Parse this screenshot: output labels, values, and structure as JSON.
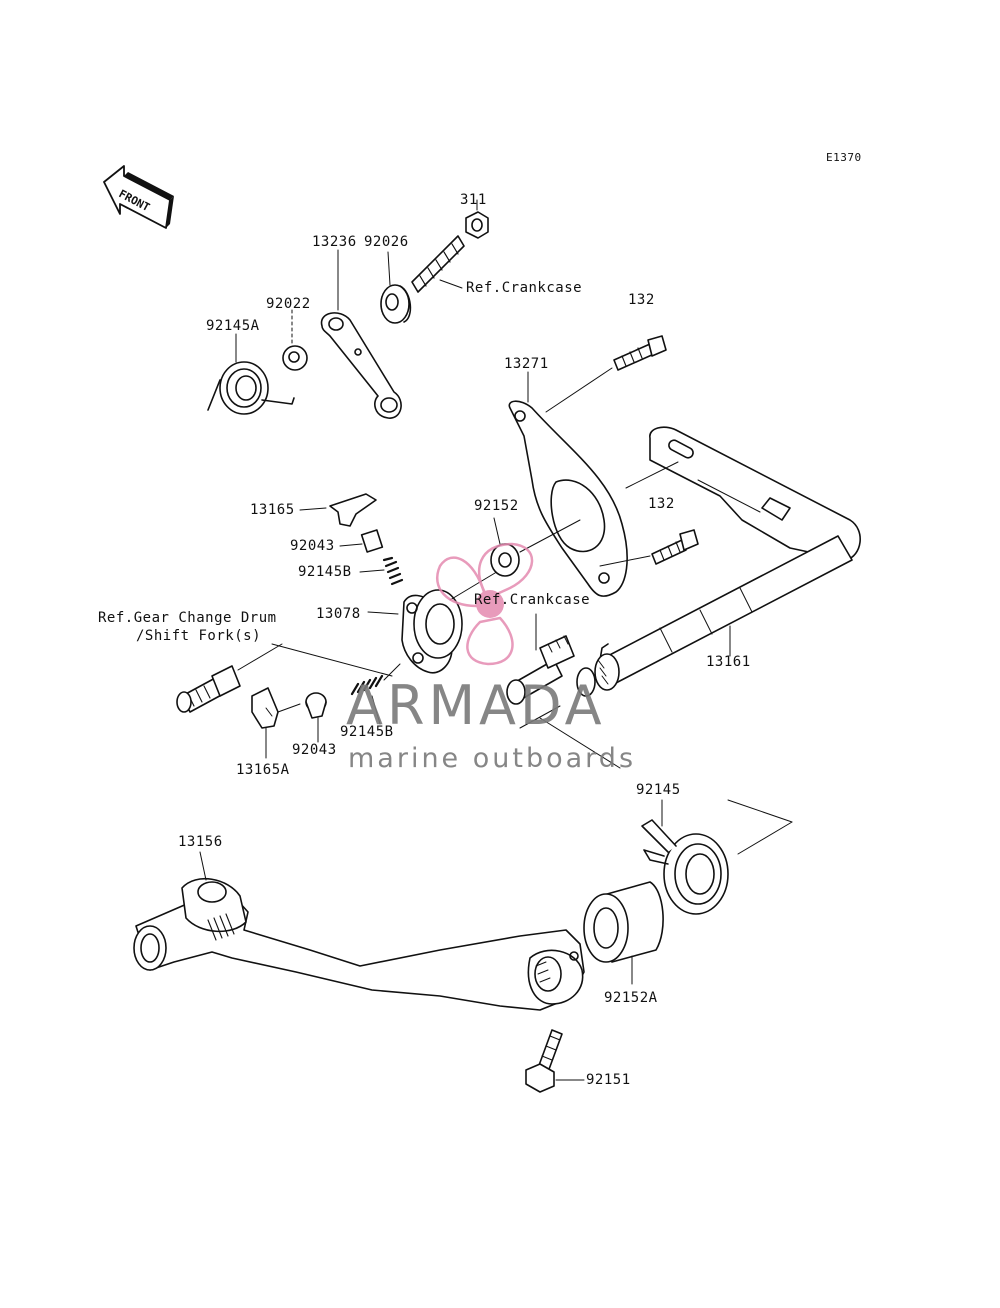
{
  "diagram": {
    "code": "E1370",
    "front_label": "FRONT",
    "parts": {
      "p311": "311",
      "p92026": "92026",
      "p13236": "13236",
      "p92022": "92022",
      "p92145A": "92145A",
      "p132a": "132",
      "p13271": "13271",
      "p13165": "13165",
      "p92043a": "92043",
      "p92145B_a": "92145B",
      "p92152": "92152",
      "p132b": "132",
      "p13078": "13078",
      "p13161": "13161",
      "p92145B_b": "92145B",
      "p92043b": "92043",
      "p13165A": "13165A",
      "p92145": "92145",
      "p13156": "13156",
      "p92152A": "92152A",
      "p92151": "92151"
    },
    "refs": {
      "crankcase_top": "Ref.Crankcase",
      "crankcase_mid": "Ref.Crankcase",
      "gear_drum_line1": "Ref.Gear Change Drum",
      "gear_drum_line2": "/Shift Fork(s)"
    }
  },
  "watermark": {
    "brand": "ARMADA",
    "tagline": "marine outboards",
    "color_brand": "#7a7a7a",
    "color_accent": "#e48ab0"
  }
}
